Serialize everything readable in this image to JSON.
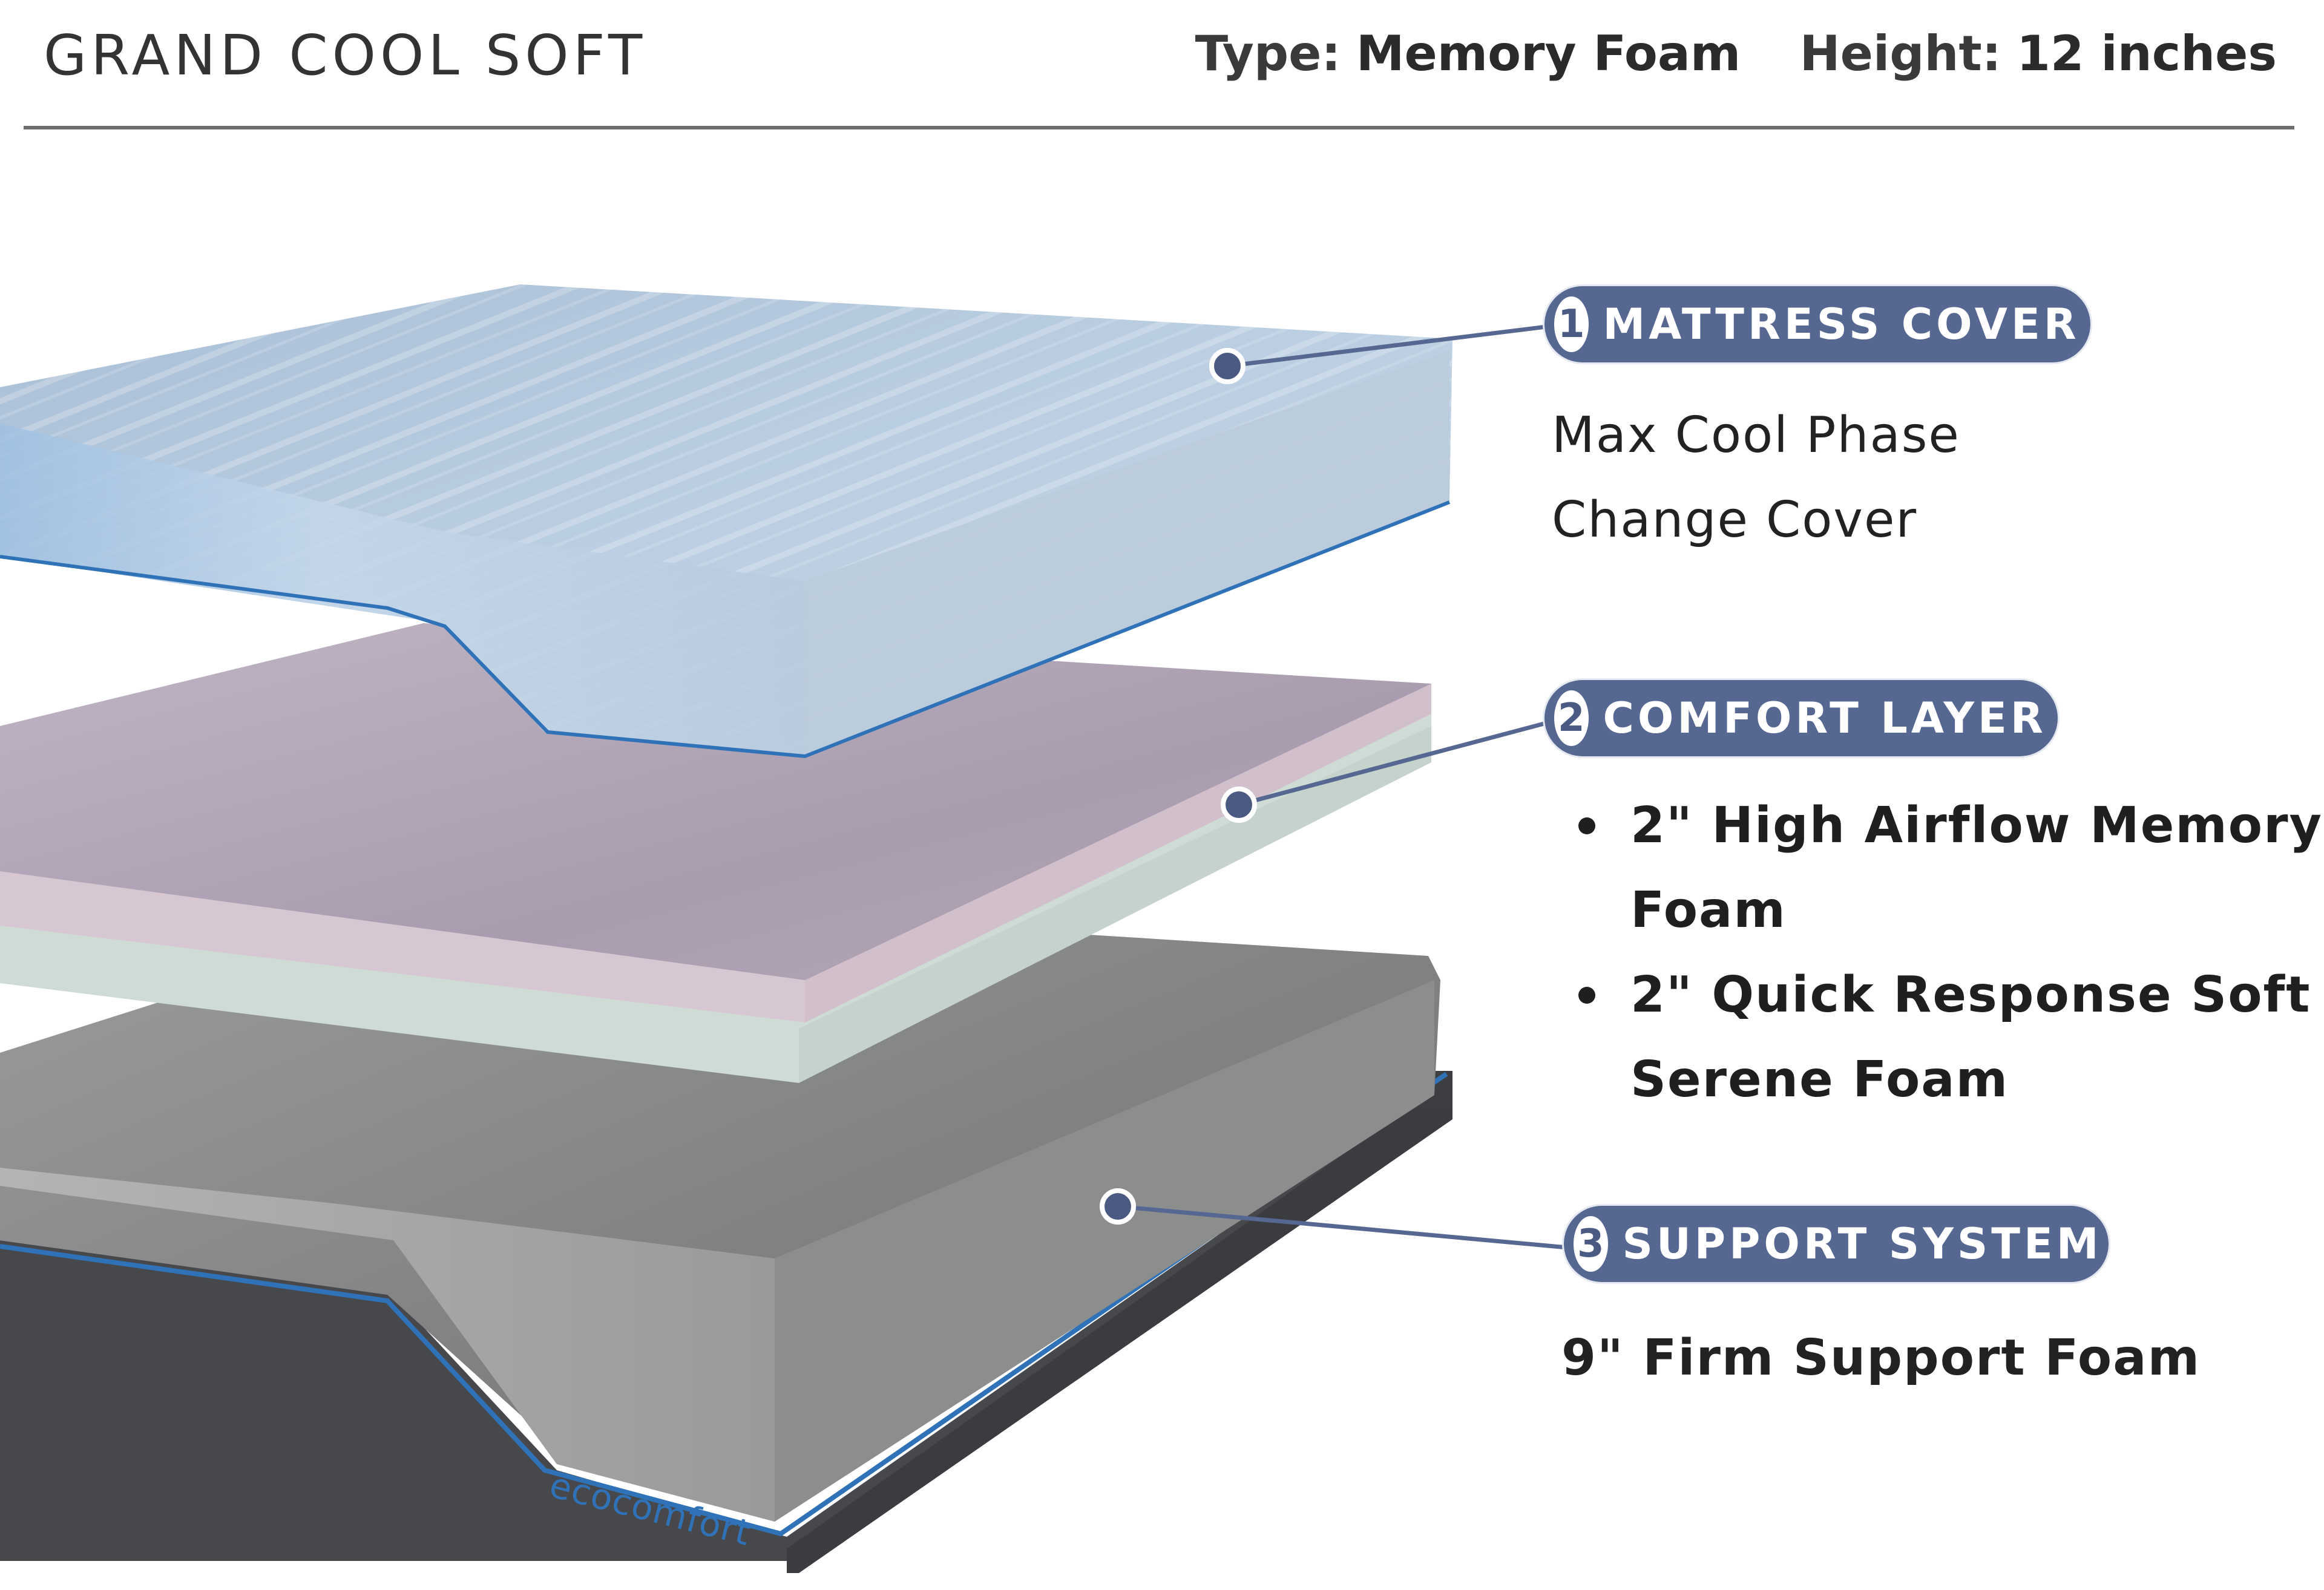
{
  "header": {
    "title": "GRAND COOL SOFT",
    "specs": [
      {
        "label": "Type:",
        "value": "Memory Foam"
      },
      {
        "label": "Height:",
        "value": "12 inches"
      }
    ]
  },
  "illustration": {
    "brand_label": "ecocomfort",
    "colors": {
      "cover": "#b9cde0",
      "comfort_top": "#b3a7b8",
      "comfort_lower": "#cfdcd6",
      "support": "#8a8c8c",
      "base": "#4a4c50",
      "accent_line": "#2f72b8",
      "callout": "#566791"
    }
  },
  "layers": [
    {
      "number": "1",
      "title": "MATTRESS COVER",
      "description": [
        "Max Cool Phase",
        "Change Cover"
      ]
    },
    {
      "number": "2",
      "title": "COMFORT LAYER",
      "bullets": [
        "2\" High Airflow Memory",
        "Foam",
        "2\" Quick Response Soft",
        "Serene Foam"
      ],
      "items": [
        {
          "line1": "2\" High Airflow Memory",
          "line2": "Foam"
        },
        {
          "line1": "2\" Quick Response Soft",
          "line2": "Serene Foam"
        }
      ]
    },
    {
      "number": "3",
      "title": "SUPPORT SYSTEM",
      "description": [
        "9\" Firm Support Foam"
      ]
    }
  ]
}
